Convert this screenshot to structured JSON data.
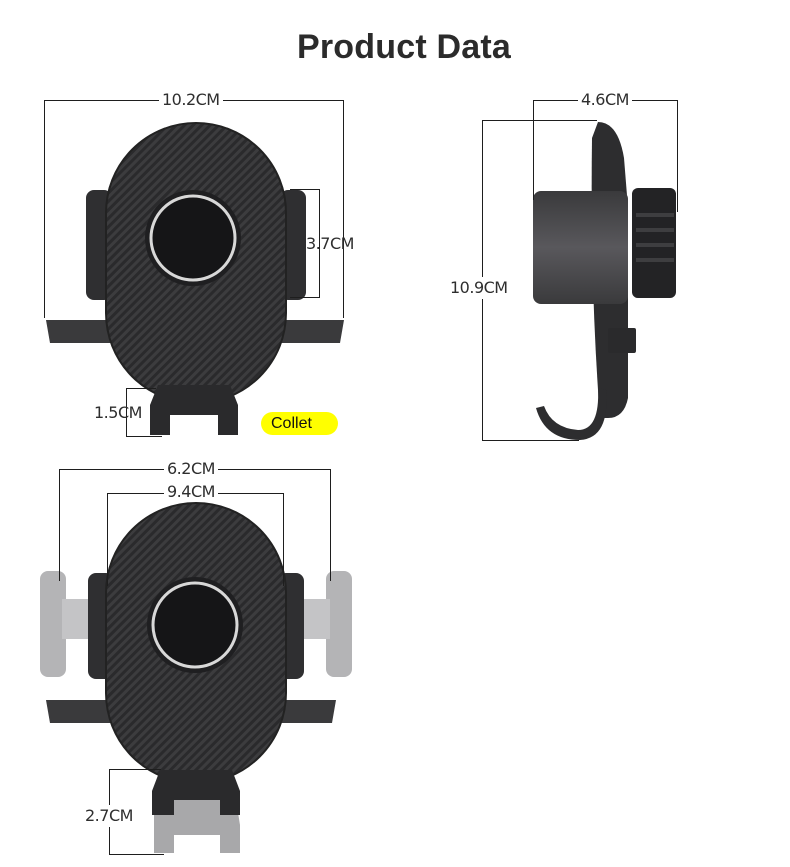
{
  "title": "Product Data",
  "views": {
    "front": {
      "width_label": "10.2CM",
      "clamp_height_label": "3.7CM",
      "hook_height_label": "1.5CM",
      "hook_tag": "Collet"
    },
    "side": {
      "depth_label": "4.6CM",
      "height_label": "10.9CM"
    },
    "extended": {
      "min_width_label": "6.2CM",
      "max_width_label": "9.4CM",
      "hook_extension_label": "2.7CM"
    }
  },
  "colors": {
    "body": "#3a3a3c",
    "highlight_tag": "#ffff00",
    "text": "#2b2b2b"
  }
}
